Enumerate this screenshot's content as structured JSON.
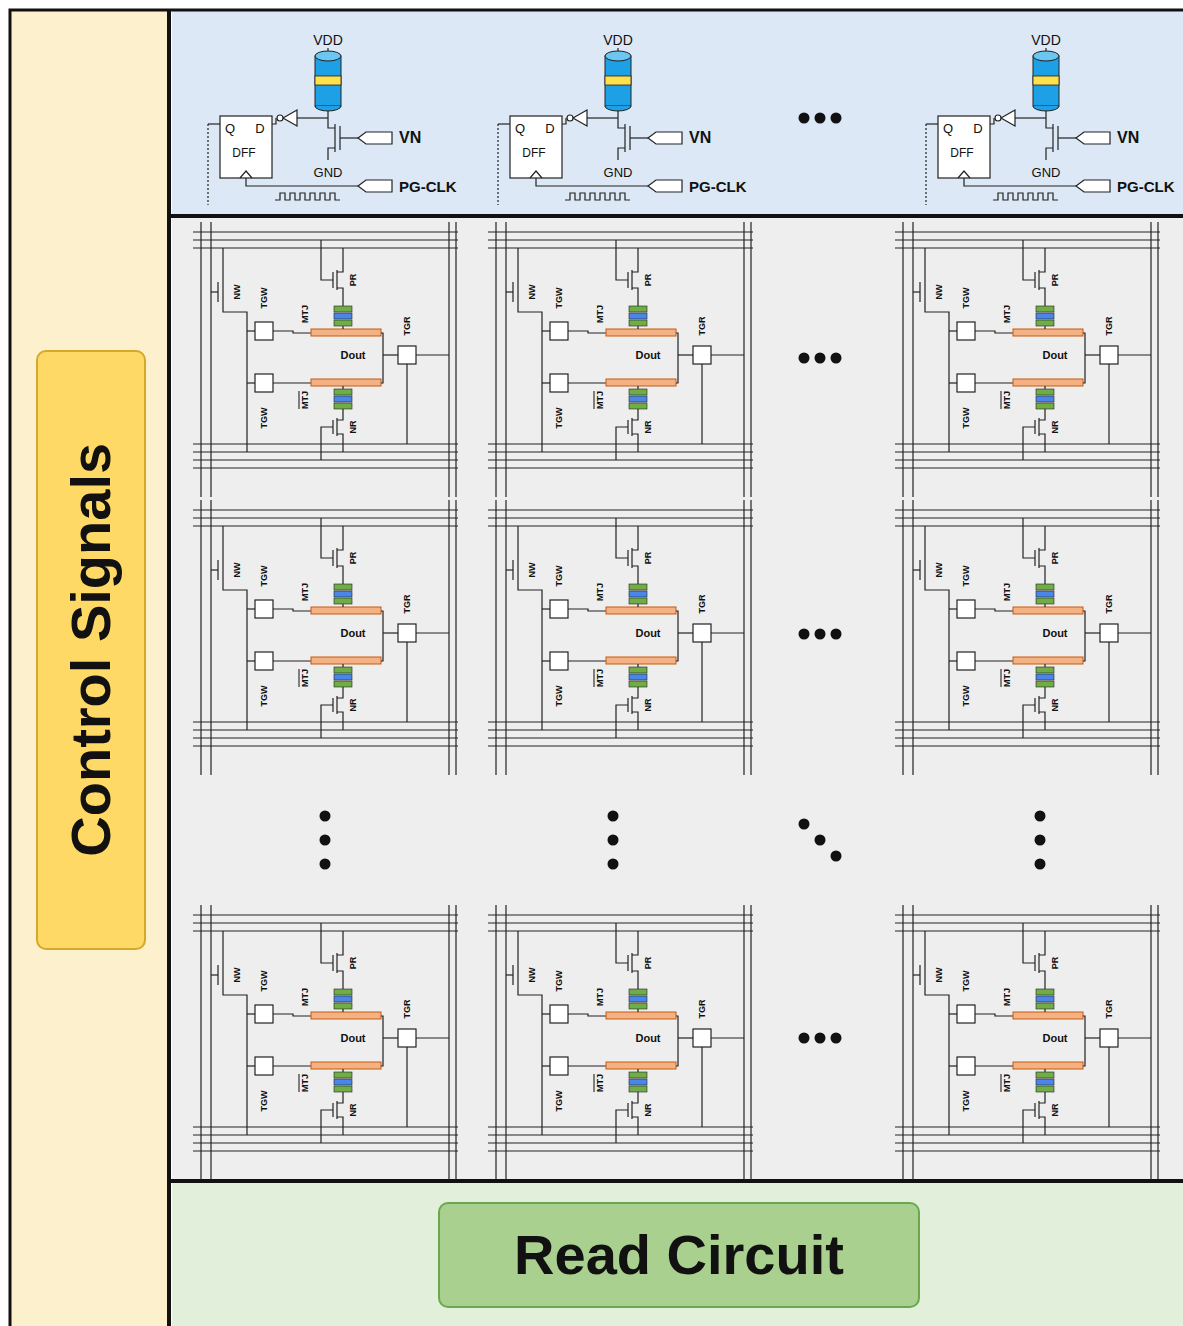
{
  "diagram": {
    "nodes": [
      {
        "text": [
          "Control Signals"
        ]
      },
      {
        "text": [
          "Read Circuit"
        ]
      }
    ],
    "labels": [
      "VDD",
      "Q",
      "D",
      "DFF",
      "GND",
      "VN",
      "PG-CLK",
      "VDD",
      "Q",
      "D",
      "DFF",
      "GND",
      "VN",
      "PG-CLK",
      "VDD",
      "Q",
      "D",
      "DFF",
      "GND",
      "VN",
      "PG-CLK",
      "NW",
      "TGW",
      "MTJ",
      "PR",
      "Dout",
      "TGR",
      "TGW",
      "MTJ",
      "NR",
      "NW",
      "TGW",
      "MTJ",
      "PR",
      "Dout",
      "TGR",
      "TGW",
      "MTJ",
      "NR",
      "NW",
      "TGW",
      "MTJ",
      "PR",
      "Dout",
      "TGR",
      "TGW",
      "MTJ",
      "NR",
      "NW",
      "TGW",
      "MTJ",
      "PR",
      "Dout",
      "TGR",
      "TGW",
      "MTJ",
      "NR",
      "NW",
      "TGW",
      "MTJ",
      "PR",
      "Dout",
      "TGR",
      "TGW",
      "MTJ",
      "NR",
      "NW",
      "TGW",
      "MTJ",
      "PR",
      "Dout",
      "TGR",
      "TGW",
      "MTJ",
      "NR",
      "NW",
      "TGW",
      "MTJ",
      "PR",
      "Dout",
      "TGR",
      "TGW",
      "MTJ",
      "NR",
      "NW",
      "TGW",
      "MTJ",
      "PR",
      "Dout",
      "TGR",
      "TGW",
      "MTJ",
      "NR",
      "NW",
      "TGW",
      "MTJ",
      "PR",
      "Dout",
      "TGR",
      "TGW",
      "MTJ",
      "NR"
    ]
  }
}
